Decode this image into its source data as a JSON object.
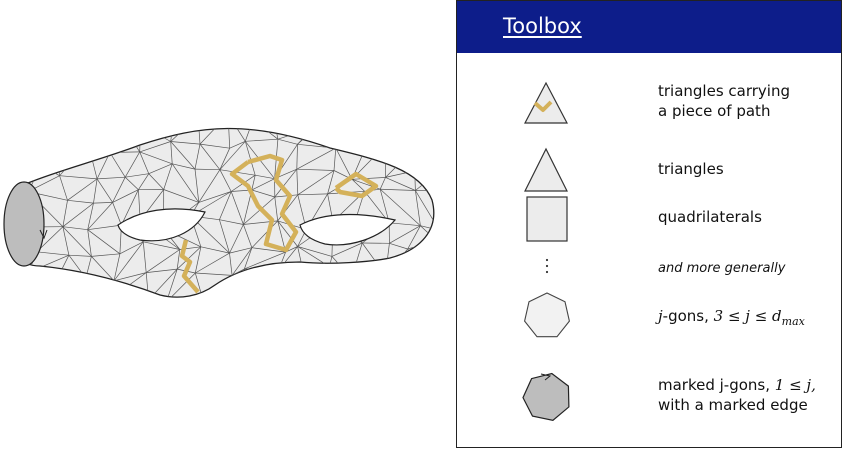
{
  "toolbox": {
    "title": "Toolbox",
    "rows": [
      {
        "icon": "triangle-with-path-icon",
        "lines": [
          "triangles carrying",
          "a piece of path"
        ]
      },
      {
        "icon": "triangle-icon",
        "text": "triangles"
      },
      {
        "icon": "square-icon",
        "text": "quadrilaterals"
      },
      {
        "icon": "vertical-dots-icon",
        "text": "and more generally"
      },
      {
        "icon": "polygon-icon",
        "prefix": "j",
        "suffix": "-gons, ",
        "math": "3 ≤ j ≤ d",
        "sub": "max"
      },
      {
        "icon": "marked-polygon-icon",
        "line1": "marked j-gons, ",
        "line1_math": "1 ≤ j,",
        "line2": "with a marked edge"
      }
    ]
  },
  "colors": {
    "header": "#0d1d8a",
    "surface_fill": "#ececec",
    "disk_fill": "#bdbdbd",
    "path": "#d4b15a",
    "mesh": "#555555"
  }
}
